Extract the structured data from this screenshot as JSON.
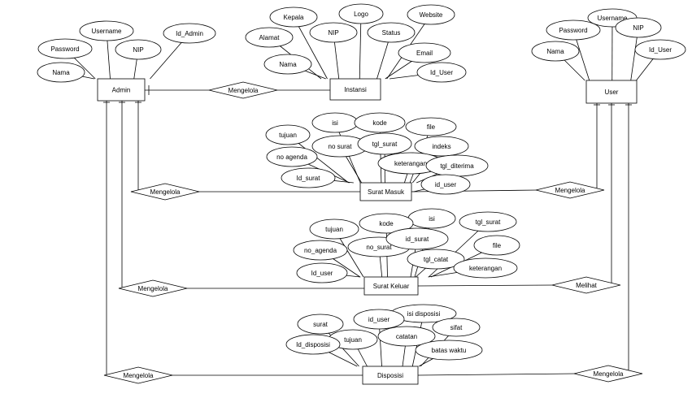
{
  "entities": {
    "admin": "Admin",
    "instansi": "Instansi",
    "user": "User",
    "surat_masuk": "Surat Masuk",
    "surat_keluar": "Surat Keluar",
    "disposisi": "Disposisi"
  },
  "relationships": {
    "admin_instansi": "Mengelola",
    "admin_surat_masuk": "Mengelola",
    "user_surat_masuk": "Mengelola",
    "admin_surat_keluar": "Mengelola",
    "user_surat_keluar": "Melihat",
    "admin_disposisi": "Mengelola",
    "user_disposisi": "Mengelola"
  },
  "attributes": {
    "admin": [
      "Nama",
      "Password",
      "Username",
      "NIP",
      "Id_Admin"
    ],
    "instansi": [
      "Kepala",
      "Logo",
      "Website",
      "Alamat",
      "NIP",
      "Status",
      "Nama",
      "Email",
      "Id_User"
    ],
    "user": [
      "Username",
      "Password",
      "NIP",
      "Nama",
      "Id_User"
    ],
    "surat_masuk": [
      "isi",
      "kode",
      "file",
      "tujuan",
      "no surat",
      "tgl_surat",
      "indeks",
      "no agenda",
      "keterangan",
      "tgl_diterima",
      "Id_surat",
      "id_user"
    ],
    "surat_keluar": [
      "isi",
      "tujuan",
      "kode",
      "tgl_surat",
      "no_surat",
      "id_surat",
      "file",
      "no_agenda",
      "tgl_catat",
      "Id_user",
      "keterangan"
    ],
    "disposisi": [
      "isi disposisi",
      "id_user",
      "surat",
      "sifat",
      "catatan",
      "tujuan",
      "Id_disposisi",
      "batas waktu"
    ]
  }
}
